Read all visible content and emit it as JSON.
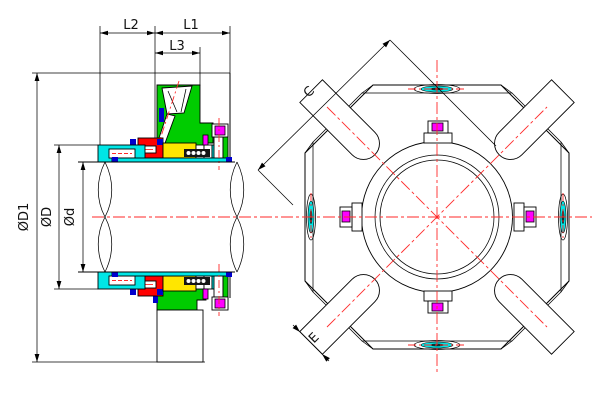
{
  "drawing": {
    "title": "mechanical-seal-technical-drawing",
    "left_view": {
      "dim_labels": {
        "l2": "L2",
        "l1": "L1",
        "l3": "L3",
        "od1": "ØD1",
        "od": "ØD",
        "od_small": "Ød"
      }
    },
    "right_view": {
      "dim_labels": {
        "c": "C",
        "e": "E"
      }
    },
    "colors": {
      "gland_green": "#00cc00",
      "sleeve_cyan": "#00e6e6",
      "ring_yellow": "#ffe600",
      "ring_red": "#ff0000",
      "gasket_magenta": "#ff00ff",
      "oring_blue": "#0000cc",
      "centerline_red": "#ff2a2a",
      "line_black": "#000000",
      "background": "#ffffff"
    }
  }
}
